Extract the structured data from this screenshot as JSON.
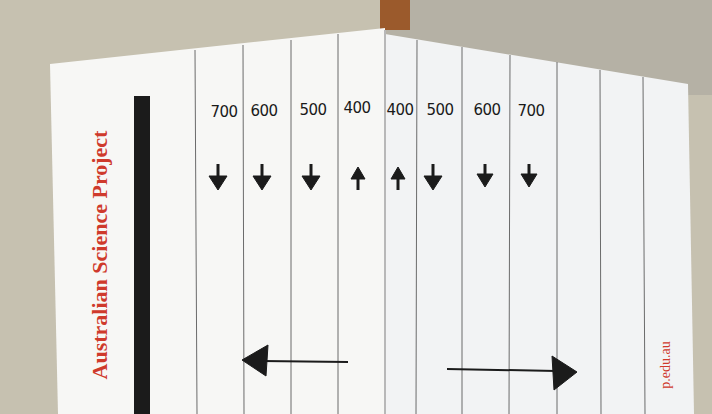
{
  "diagram": {
    "labels": [
      "Australian Science Project",
      "700",
      "600",
      "500",
      "400",
      "400",
      "500",
      "600",
      "700",
      "p.edu.au"
    ]
  }
}
